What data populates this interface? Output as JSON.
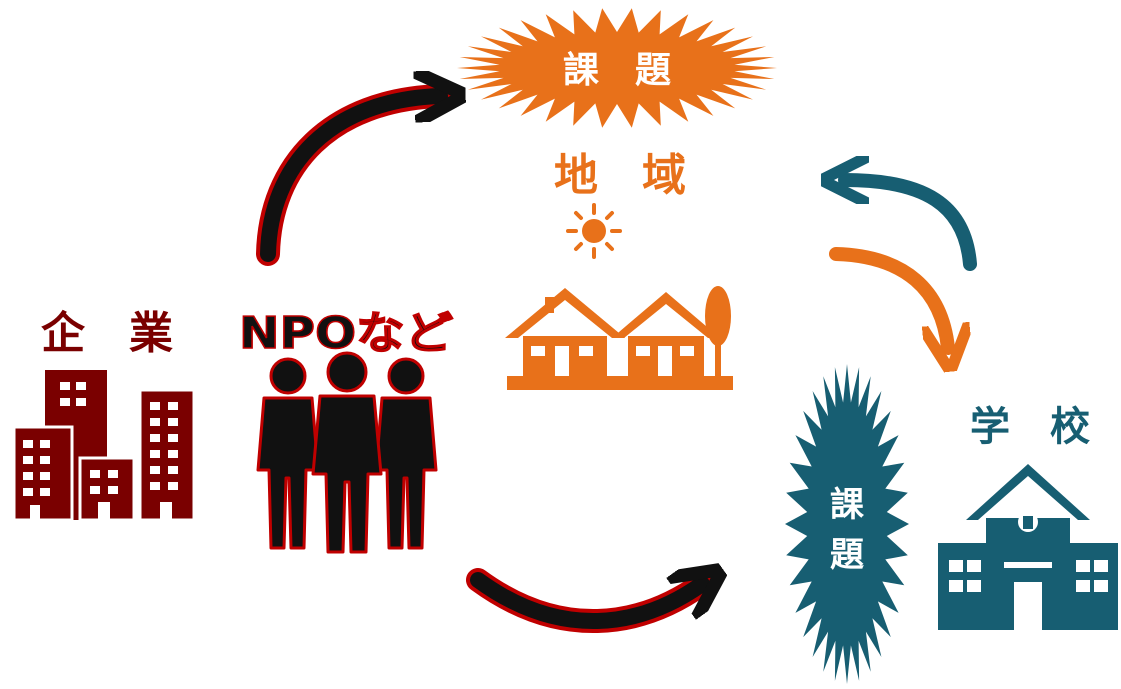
{
  "labels": {
    "region_issue": "課　題",
    "region": "地　域",
    "company": "企　業",
    "npo": "NPOなど",
    "school": "学　校",
    "school_issue_1": "課",
    "school_issue_2": "題"
  },
  "colors": {
    "dark_red": "#7a0000",
    "red_outline": "#c00000",
    "black": "#111111",
    "orange": "#e8711a",
    "teal": "#175e72",
    "white": "#ffffff"
  },
  "icons": {
    "company": "office-buildings-icon",
    "npo": "group-of-people-icon",
    "sun": "sun-icon",
    "houses": "houses-with-tree-icon",
    "school": "school-building-icon"
  }
}
